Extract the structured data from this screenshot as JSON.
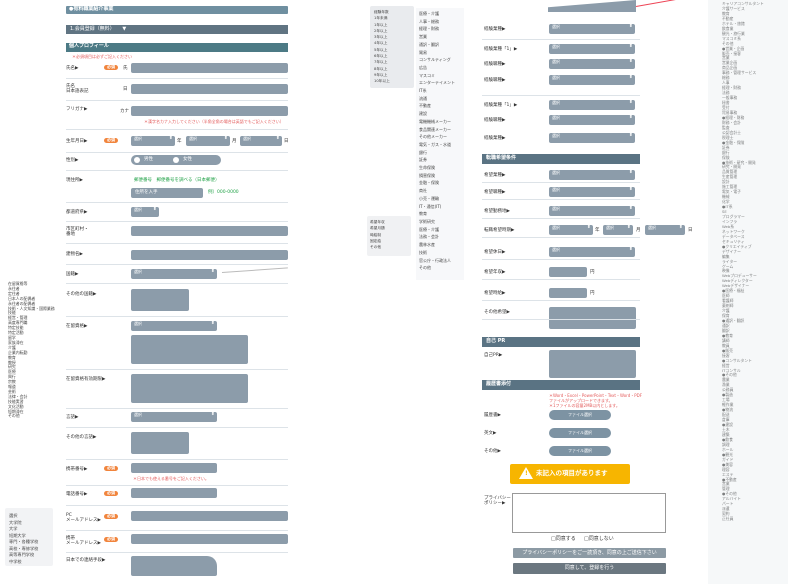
{
  "header": {
    "title": "●有料職業紹介事業",
    "plan": "1.会員登録（無料）",
    "plan_arrow": "▼"
  },
  "profile": {
    "section": "個人プロフィール",
    "req_note": "＊必須項目は必ずご記入ください",
    "name_label": "氏名▶",
    "name_sub": "氏",
    "name_en_label": "氏名\n日本語表記",
    "name_en_sub": "日",
    "furigana_label": "フリガナ▶",
    "furigana_sub": "カナ",
    "furigana_note": "＊漢字名カナ入力してください（半角全角の場合は英語でもご記入ください）",
    "birth_label": "生年月日▶",
    "select": "選択",
    "year": "年",
    "month": "月",
    "day": "日",
    "gender_label": "性別▶",
    "male": "男性",
    "female": "女性",
    "address_label": "現住所▶",
    "zip_search": "郵便番号　郵便番号を調べる（日本郵便）",
    "zip_btn": "住所を入手",
    "zip_example": "例）000-0000",
    "pref_label": "都道府県▶",
    "city_label": "市区町村・\n番地",
    "bldg_label": "建物名▶",
    "nation_label": "国籍▶",
    "nation_other_label": "その他の国籍▶",
    "visa_label": "在留資格▶",
    "visa_expire_label": "在留資格有効期限▶",
    "lang_label": "言語▶",
    "lang_other_label": "その他の言語▶",
    "phone_label": "携帯番号▶",
    "phone_note": "＊日本でも使える番号をご記入ください。",
    "tel_label": "電話番号▶",
    "pc_mail_label": "PC\nメールアドレス▶",
    "mobile_mail_label": "携帯\nメールアドレス▶",
    "contact_label": "日本での連絡手段▶",
    "required": "必須"
  },
  "sidebar_left1": [
    "在留資格等",
    "永住者",
    "定住者",
    "日本人の配偶者",
    "永住者の配偶者",
    "技術・人文知識・国際業務",
    "技能",
    "経営・管理",
    "高度専門職",
    "特定技能",
    "特定活動",
    "留学",
    "家族滞在",
    "介護",
    "企業内転勤",
    "教育",
    "教授",
    "研究",
    "医療",
    "興行",
    "宗教",
    "報道",
    "芸術",
    "法律・会計",
    "技能実習",
    "文化活動",
    "短期滞在",
    "その他"
  ],
  "sidebar_left2": [
    "選択",
    "大学院",
    "大学",
    "短期大学",
    "専門・各種学校",
    "高校・専修学校",
    "高等専門学校",
    "中学校"
  ],
  "mid_list1": [
    "経験年数",
    "1年未満",
    "1年以上",
    "2年以上",
    "3年以上",
    "4年以上",
    "5年以上",
    "6年以上",
    "7年以上",
    "8年以上",
    "9年以上",
    "10年以上"
  ],
  "mid_list2": [
    "医療・介護",
    "人事・総務",
    "経理・財務",
    "営業",
    "通訳・翻訳",
    "貿易",
    "コンサルティング",
    "広告",
    "マスコミ",
    "エンターテイメント",
    "IT系",
    "流通",
    "不動産",
    "建設",
    "電機機械メーカー",
    "食品関連メーカー",
    "その他メーカー",
    "電気・ガス・水道",
    "銀行",
    "証券",
    "生命保険",
    "損害保険",
    "金融・保険",
    "商社",
    "小売・運輸",
    "IT・通信(IT)",
    "教育",
    "学術研究",
    "医療・介護",
    "法務・会計",
    "農林水産",
    "技術",
    "官公庁・行政法人",
    "その他"
  ],
  "mid_list3": [
    "希望年収",
    "希望月額",
    "時給制",
    "固定給",
    "その他"
  ],
  "career": {
    "rows": [
      "経験業種▶",
      "経験業種「1」▶",
      "経験職種▶",
      "経験職種▶",
      "経験業種「1」▶",
      "経験職種▶",
      "経験業種▶"
    ]
  },
  "hope": {
    "section": "転職希望条件",
    "rows": [
      "希望業種▶",
      "希望職種▶",
      "希望勤務地▶",
      "転職希望時期▶",
      "希望休日▶",
      "希望年収▶",
      "希望時給▶",
      "その他希望▶"
    ],
    "yen": "円"
  },
  "pr": {
    "section": "自己 PR",
    "label": "自己PR▶"
  },
  "docs": {
    "section": "履歴書添付",
    "note1": "＊Word・Excel・PowerPoint・Text・Word・PDF",
    "note2": "ファイルがアップロードできます。",
    "note3": "＊1ファイルの容量2MB以内とします。",
    "rows": [
      "履歴書▶",
      "英文▶",
      "その他▶"
    ],
    "file_btn": "ファイル選択"
  },
  "warning": "未記入の項目があります",
  "privacy_label": "プライバシー\nポリシー▶",
  "agree": "□同意する",
  "disagree": "□同意しない",
  "btn1": "プライバシーポリシーをご一読頂き、同意の上ご送信下さい",
  "btn2": "同意して、登録を行う",
  "right_col": [
    "キャリアコンサルタント",
    "介護サービス",
    "教育",
    "不動産",
    "ホテル・旅館",
    "飲食業",
    "観光・旅行業",
    "マスコミ系",
    "その他",
    "●営業・企画",
    "販売・接客",
    "営業",
    "営業企画",
    "商品企画",
    "事務・管理サービス",
    "総務",
    "人事",
    "経理・財務",
    "法務",
    "一般事務",
    "秘書",
    "受付",
    "貿易事務",
    "●経理・財務",
    "財務・会計",
    "監査",
    "公認会計士",
    "税理士",
    "●金融・保険",
    "証券",
    "銀行",
    "保険",
    "●技術・研究・開発",
    "研究・開発",
    "品質管理",
    "生産管理",
    "設計",
    "施工管理",
    "電気・電子",
    "機械",
    "化学",
    "●IT系",
    "SE",
    "プログラマー",
    "インフラ",
    "Web系",
    "ネットワーク",
    "データベース",
    "セキュリティ",
    "●クリエイティブ",
    "デザイナー",
    "編集",
    "ライター",
    "ゲーム",
    "映像",
    "Webプロデューサー",
    "Webディレクター",
    "Webデザイナー",
    "●医療・福祉",
    "医師",
    "看護師",
    "薬剤師",
    "介護",
    "保育",
    "●通訳・翻訳",
    "通訳",
    "翻訳",
    "●教育",
    "講師",
    "教員",
    "●販売",
    "接客",
    "●コンサルタント",
    "経営",
    "ITコンサル",
    "●その他",
    "農業",
    "漁業",
    "公務員",
    "●製造",
    "工場",
    "軽作業",
    "●物流",
    "配送",
    "倉庫",
    "●建設",
    "土木",
    "建築",
    "●飲食",
    "調理",
    "ホール",
    "●観光",
    "ガイド",
    "●美容",
    "理容",
    "エステ",
    "●不動産",
    "営業",
    "管理",
    "●その他",
    "アルバイト",
    "パート",
    "派遣",
    "契約",
    "正社員"
  ]
}
